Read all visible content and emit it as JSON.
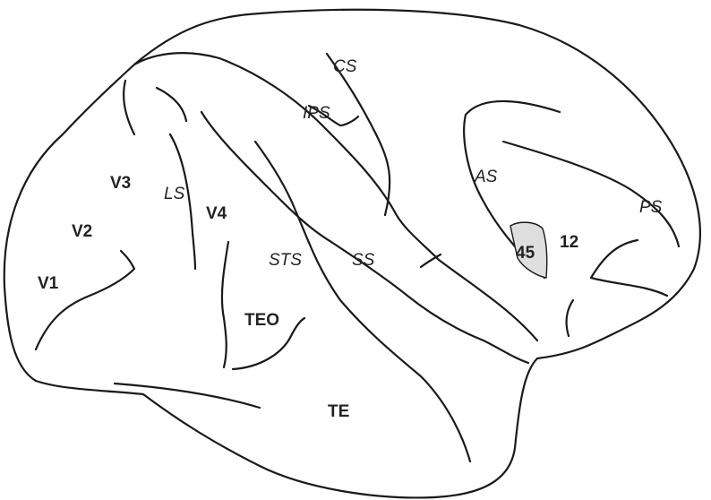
{
  "colors": {
    "stroke": "#1a1a1a",
    "area45_fill": "#dedede",
    "background": "#ffffff"
  },
  "sulcus_labels": {
    "cs": "CS",
    "ips": "IPS",
    "ls": "LS",
    "as": "AS",
    "ps": "PS",
    "sts": "STS",
    "ss": "SS"
  },
  "area_labels": {
    "v1": "V1",
    "v2": "V2",
    "v3": "V3",
    "v4": "V4",
    "teo": "TEO",
    "te": "TE",
    "a45": "45",
    "a12": "12"
  }
}
